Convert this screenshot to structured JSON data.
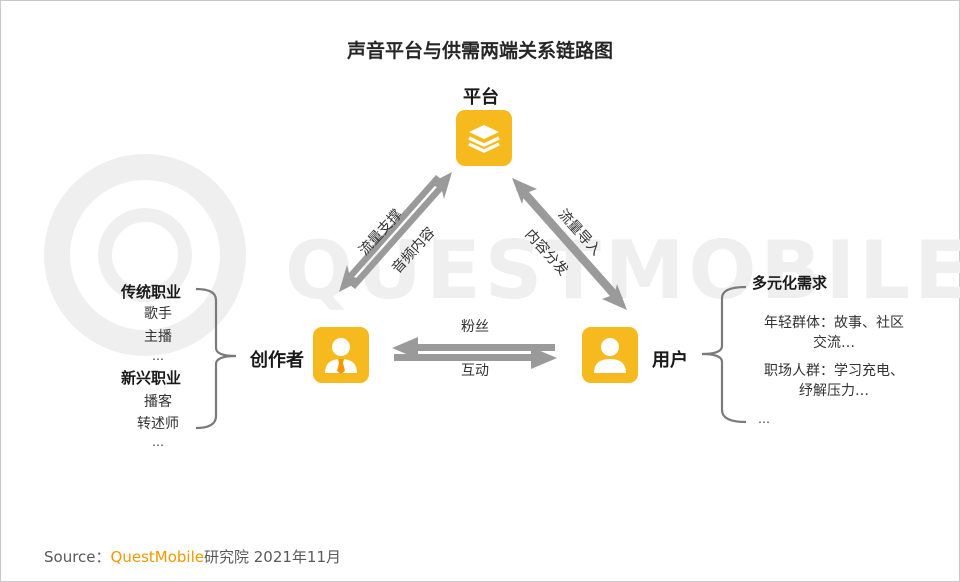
{
  "title": "声音平台与供需两端关系链路图",
  "watermark": "QUESTMOBILE",
  "nodes": {
    "platform": {
      "label": "平台",
      "icon": "layers-icon"
    },
    "creator": {
      "label": "创作者",
      "icon": "creator-person-icon"
    },
    "user": {
      "label": "用户",
      "icon": "user-person-icon"
    }
  },
  "edges": {
    "creator_to_platform": "流量支撑",
    "platform_to_creator": "音频内容",
    "platform_to_user": "流量导入",
    "user_to_platform": "内容分发",
    "creator_to_user": "粉丝",
    "user_to_creator": "互动"
  },
  "creator_groups": [
    {
      "title": "传统职业",
      "items": [
        "歌手",
        "主播",
        "…"
      ]
    },
    {
      "title": "新兴职业",
      "items": [
        "播客",
        "转述师",
        "…"
      ]
    }
  ],
  "user_needs": {
    "title": "多元化需求",
    "items": [
      [
        "年轻群体：故事、社区",
        "交流…"
      ],
      [
        "职场人群：学习充电、",
        "纾解压力…"
      ],
      [
        "…"
      ]
    ]
  },
  "source": {
    "prefix": "Source：",
    "brand": "QuestMobile",
    "suffix": "研究院 2021年11月"
  },
  "colors": {
    "icon_fill": "#f6b91e",
    "arrow": "#9a9a9a",
    "brand": "#f39800",
    "watermark": "#ececec"
  }
}
